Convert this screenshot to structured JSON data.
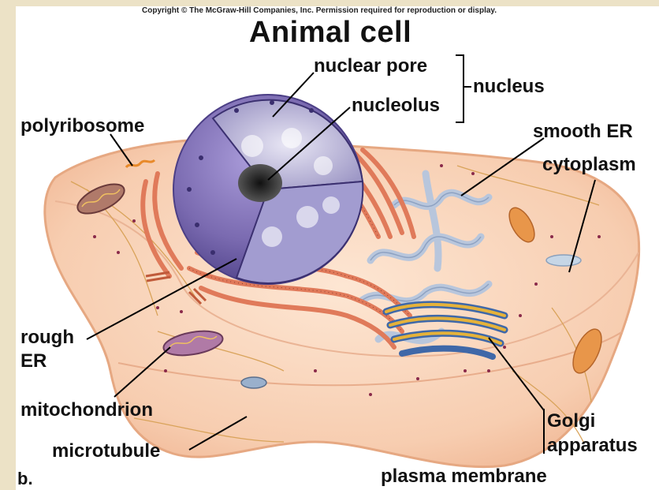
{
  "copyright": "Copyright © The McGraw-Hill Companies, Inc. Permission required for reproduction or display.",
  "title": "Animal cell",
  "figure_letter": "b.",
  "labels": {
    "nuclear_pore": "nuclear pore",
    "nucleolus": "nucleolus",
    "nucleus": "nucleus",
    "polyribosome": "polyribosome",
    "smooth_er": "smooth ER",
    "cytoplasm": "cytoplasm",
    "rough_er_line1": "rough",
    "rough_er_line2": "ER",
    "mitochondrion": "mitochondrion",
    "microtubule": "microtubule",
    "golgi_line1": "Golgi",
    "golgi_line2": "apparatus",
    "plasma_membrane": "plasma membrane"
  },
  "colors": {
    "background": "#ece2c6",
    "panel": "#ffffff",
    "cytoplasm_fill": "#f7cdb0",
    "membrane_edge": "#e6a882",
    "nucleus_fill": "#7a6ab0",
    "nucleus_dark": "#4c3f86",
    "rough_er": "#e07a5a",
    "smooth_er": "#b8c6dc",
    "golgi_blue": "#3f68a8",
    "golgi_yellow": "#e5b23a",
    "mitochondrion": "#a66a6a"
  }
}
